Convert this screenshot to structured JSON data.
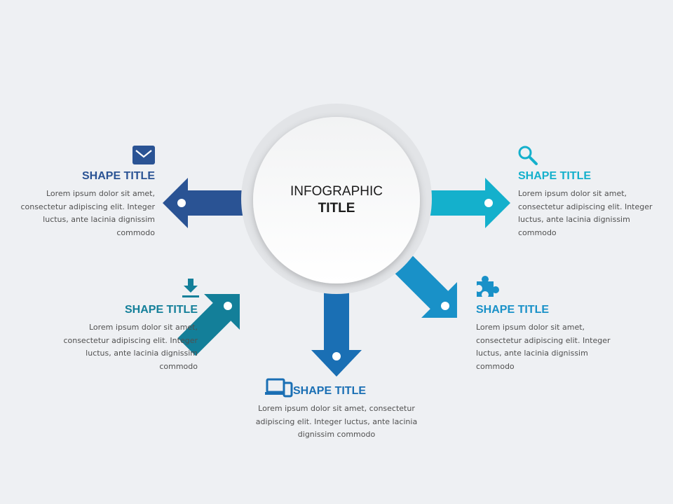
{
  "center": {
    "title_line1": "INFOGRAPHIC",
    "title_line2": "TITLE"
  },
  "colors": {
    "navy": "#2a5394",
    "teal_dark": "#137f99",
    "blue": "#1a6fb4",
    "sky": "#1991c8",
    "cyan": "#14b0cc",
    "background": "#eef0f3"
  },
  "items": [
    {
      "id": "top-left",
      "icon": "mail-icon",
      "title": "SHAPE TITLE",
      "body": "Lorem ipsum dolor sit amet, consectetur adipiscing elit. Integer luctus, ante lacinia dignissim commodo",
      "color": "#2a5394"
    },
    {
      "id": "top-right",
      "icon": "search-icon",
      "title": "SHAPE TITLE",
      "body": "Lorem ipsum dolor sit amet, consectetur adipiscing elit. Integer luctus, ante lacinia dignissim commodo",
      "color": "#14b0cc"
    },
    {
      "id": "mid-left",
      "icon": "download-icon",
      "title": "SHAPE TITLE",
      "body": "Lorem ipsum dolor sit amet, consectetur adipiscing elit. Integer luctus, ante lacinia dignissim commodo",
      "color": "#137f99"
    },
    {
      "id": "mid-right",
      "icon": "puzzle-icon",
      "title": "SHAPE TITLE",
      "body": "Lorem ipsum dolor sit amet, consectetur adipiscing elit. Integer luctus, ante lacinia dignissim commodo",
      "color": "#1991c8"
    },
    {
      "id": "bottom",
      "icon": "devices-icon",
      "title": "SHAPE TITLE",
      "body": "Lorem ipsum dolor sit amet, consectetur adipiscing elit. Integer luctus, ante lacinia dignissim commodo",
      "color": "#1a6fb4"
    }
  ]
}
